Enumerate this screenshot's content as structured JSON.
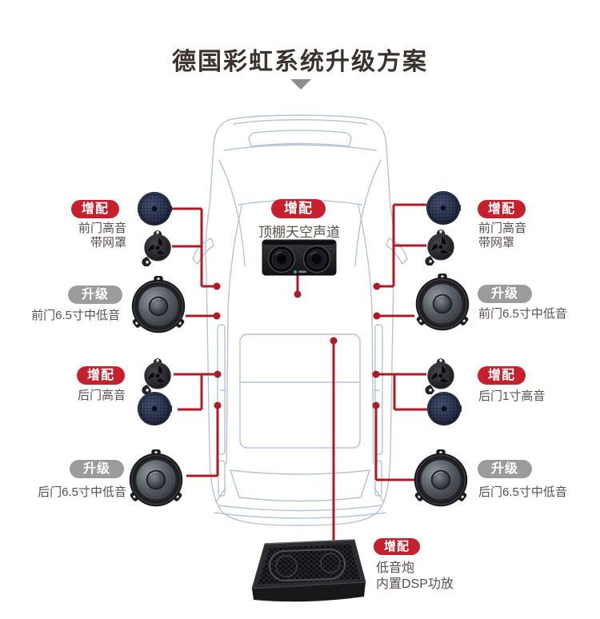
{
  "page": {
    "title": "德国彩虹系统升级方案"
  },
  "colors": {
    "accent_red": "#c5202c",
    "badge_gray": "#9c9c9c",
    "connector_red": "#b11a22",
    "car_outline": "#b6c3d5",
    "title_text": "#3a322f",
    "label_text": "#57504d"
  },
  "icons": {
    "down_arrow": "gray triangle pointing down",
    "mesh_tweeter": "round dark mesh-grille speaker",
    "dome_tweeter": "tweeter with mounting bracket",
    "midbass_speaker": "6.5 inch mid-bass woofer",
    "roof_module": "dual-speaker roof sky-channel module",
    "subwoofer_box": "under-seat subwoofer with hex grille"
  },
  "callouts": {
    "front_left_tweeter": {
      "badge": "增配",
      "line1": "前门高音",
      "line2": "带网罩"
    },
    "front_left_midbass": {
      "badge": "升级",
      "label": "前门6.5寸中低音"
    },
    "rear_left_tweeter": {
      "badge": "增配",
      "label": "后门高音"
    },
    "rear_left_midbass": {
      "badge": "升级",
      "label": "后门6.5寸中低音"
    },
    "front_right_tweeter": {
      "badge": "增配",
      "line1": "前门高音",
      "line2": "带网罩"
    },
    "front_right_midbass": {
      "badge": "升级",
      "label": "前门6.5寸中低音"
    },
    "rear_right_tweeter": {
      "badge": "增配",
      "label": "后门1寸高音"
    },
    "rear_right_midbass": {
      "badge": "升级",
      "label": "后门6.5寸中低音"
    },
    "roof": {
      "badge": "增配",
      "label": "顶棚天空声道"
    },
    "subwoofer": {
      "badge": "增配",
      "line1": "低音炮",
      "line2": "内置DSP功放"
    }
  }
}
